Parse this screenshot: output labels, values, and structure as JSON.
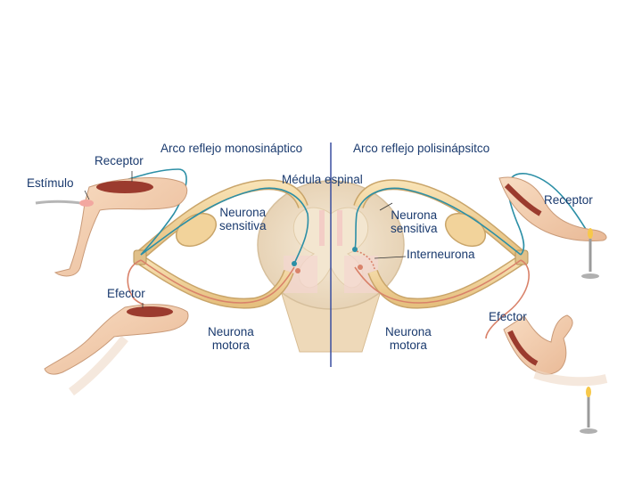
{
  "diagram": {
    "title_left": "Arco reflejo monosináptico",
    "title_right": "Arco reflejo polisinápsitco",
    "spinal_cord_label": "Médula espinal",
    "left": {
      "receptor": "Receptor",
      "stimulus": "Estímulo",
      "effector": "Efector",
      "sensory_neuron": [
        "Neurona",
        "sensitiva"
      ],
      "motor_neuron": [
        "Neurona",
        "motora"
      ]
    },
    "right": {
      "receptor": "Receptor",
      "effector": "Efector",
      "sensory_neuron": [
        "Neurona",
        "sensitiva"
      ],
      "interneuron": "Interneurona",
      "motor_neuron": [
        "Neurona",
        "motora"
      ]
    }
  },
  "colors": {
    "label_text": "#1a3a6e",
    "nerve": "#f0d29a",
    "nerve_outline": "#c9a56a",
    "sensory_fiber": "#2c8fa6",
    "motor_fiber": "#d9826a",
    "muscle": "#9b3b2e",
    "skin": "#f3cfb0",
    "divider": "#3a4fa0"
  }
}
